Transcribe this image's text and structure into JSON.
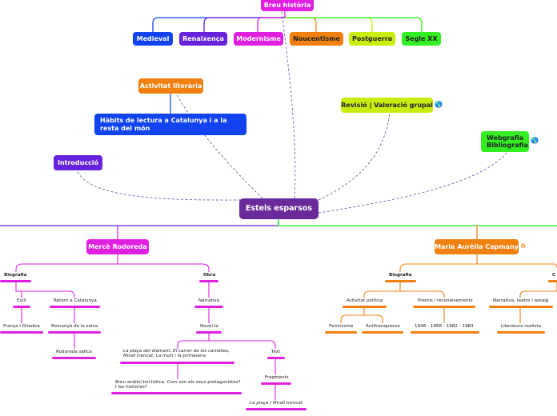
{
  "colors": {
    "magenta": "#e020e0",
    "purple": "#6622dd",
    "blue": "#1144ee",
    "orange": "#f08010",
    "yellow": "#c8ee10",
    "green": "#33ee22",
    "central": "#6a2a9a",
    "dashed": "#7a5bb0"
  },
  "central": {
    "title": "Estels esparsos"
  },
  "history": {
    "title": "Breu història",
    "periods": [
      "Medieval",
      "Renaixença",
      "Modernisme",
      "Noucentisme",
      "Postguerra",
      "Segle XX"
    ]
  },
  "activitat": {
    "title": "Activitat literària",
    "habits": "Hàbits de lectura a Catalunya i a la resta del món"
  },
  "introduccio": "Introducció",
  "revisio": {
    "title": "Revisió | Valoració grupal"
  },
  "webgrafia": {
    "title": "Webgrafia Bibliografia"
  },
  "rodoreda": {
    "title": "Mercè Rodoreda",
    "biografia": "Biografia",
    "exili": "Exili",
    "franca": "França i Ginebra",
    "retorn": "Retorn a Catalunya",
    "romanya": "Romanyà de la selva",
    "sanfica": "Rodoreda sàfica",
    "obra": "Obra",
    "narrativa": "Narrativa",
    "novella": "Novel·la",
    "obres": "La plaça del diamant, El carrer de les camèlies, Mirall trencat, La mort i la primavera",
    "analisi": "Breu anàlisi hol·lística: Com són els seus protagonistes? I les històries?",
    "text": "Text",
    "fragments": "Fragments",
    "placa": "La plaça / Mirall trencat"
  },
  "capmany": {
    "title": "Maria Aurèlia Capmany",
    "biografia": "Biografia",
    "politica": "Activitat política",
    "feminisme": "Feminisme",
    "antifranquisme": "Antifranquisme",
    "premis": "Premis i reconeixements",
    "anys": "1948 - 1968 - 1982 - 1983",
    "cut": "C",
    "narrativa": "Narrativa, teatre i assaig",
    "realista": "Literatura realista"
  }
}
